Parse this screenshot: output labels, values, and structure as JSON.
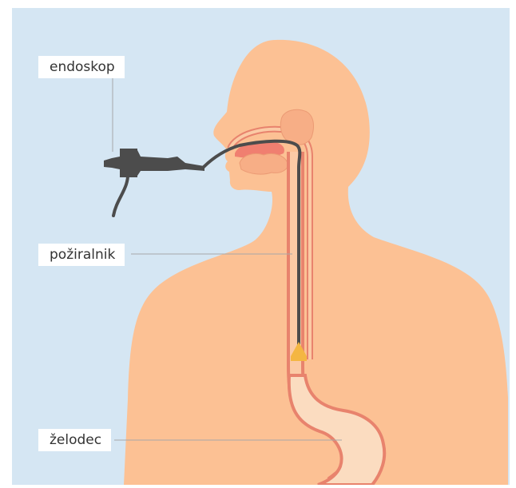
{
  "labels": {
    "endoscope": "endoskop",
    "esophagus": "požiralnik",
    "stomach": "želodec"
  },
  "colors": {
    "background": "#d5e6f3",
    "skin": "#fcc194",
    "tract_outer": "#e8836d",
    "tract_inner": "#fbcaa5",
    "tongue": "#f07f70",
    "gland": "#f7ae86",
    "endoscope": "#4c4c4c",
    "scope_tip": "#f4b642",
    "leader_line": "#a8a8a8"
  }
}
